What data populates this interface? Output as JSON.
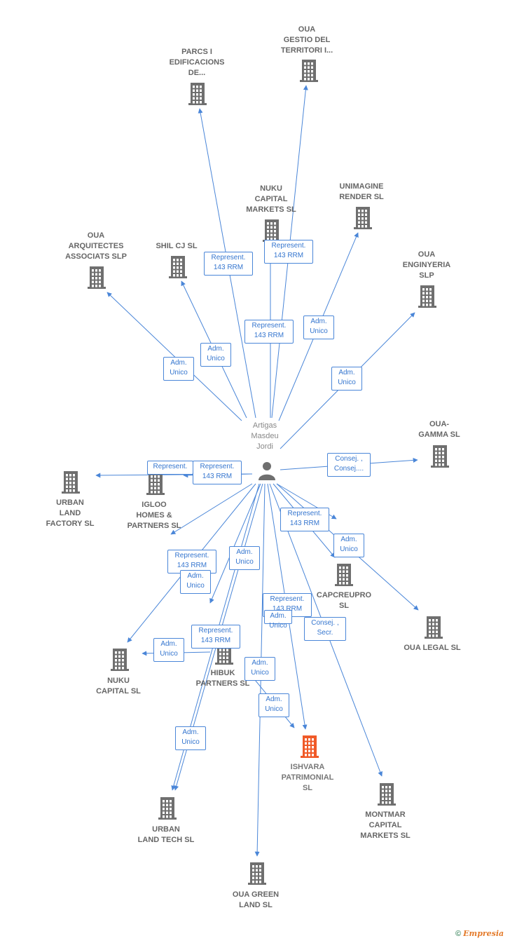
{
  "person": {
    "name": "Artigas\nMasdeu\nJordi",
    "icon": "person-icon"
  },
  "companies": [
    {
      "id": "parcs",
      "label": "PARCS I\nEDIFICACIONS\nDE...",
      "icon": "building-icon",
      "color": "#6f6f6f"
    },
    {
      "id": "gestio",
      "label": "OUA\nGESTIO DEL\nTERRITORI I...",
      "icon": "building-icon",
      "color": "#6f6f6f"
    },
    {
      "id": "nuku_cm",
      "label": "NUKU\nCAPITAL\nMARKETS SL",
      "icon": "building-icon",
      "color": "#6f6f6f"
    },
    {
      "id": "unimagine",
      "label": "UNIMAGINE\nRENDER SL",
      "icon": "building-icon",
      "color": "#6f6f6f"
    },
    {
      "id": "arquitectes",
      "label": "OUA\nARQUITECTES\nASSOCIATS SLP",
      "icon": "building-icon",
      "color": "#6f6f6f"
    },
    {
      "id": "shil",
      "label": "SHIL CJ SL",
      "icon": "building-icon",
      "color": "#6f6f6f"
    },
    {
      "id": "enginyeria",
      "label": "OUA\nENGINYERIA\nSLP",
      "icon": "building-icon",
      "color": "#6f6f6f"
    },
    {
      "id": "gamma",
      "label": "OUA-\nGAMMA SL",
      "icon": "building-icon",
      "color": "#6f6f6f"
    },
    {
      "id": "urban_factory",
      "label": "URBAN\nLAND\nFACTORY SL",
      "icon": "building-icon",
      "color": "#6f6f6f"
    },
    {
      "id": "igloo",
      "label": "IGLOO\nHOMES &\nPARTNERS SL",
      "icon": "building-icon",
      "color": "#6f6f6f"
    },
    {
      "id": "capcreupro",
      "label": "CAPCREUPRO\nSL",
      "icon": "building-icon",
      "color": "#6f6f6f"
    },
    {
      "id": "oua_legal",
      "label": "OUA LEGAL SL",
      "icon": "building-icon",
      "color": "#6f6f6f"
    },
    {
      "id": "nuku_capital",
      "label": "NUKU\nCAPITAL SL",
      "icon": "building-icon",
      "color": "#6f6f6f"
    },
    {
      "id": "hibuk",
      "label": "HIBUK\nPARTNERS SL",
      "icon": "building-icon",
      "color": "#6f6f6f"
    },
    {
      "id": "ishvara",
      "label": "ISHVARA\nPATRIMONIAL\nSL",
      "icon": "building-icon",
      "color": "#f05a28"
    },
    {
      "id": "montmar",
      "label": "MONTMAR\nCAPITAL\nMARKETS SL",
      "icon": "building-icon",
      "color": "#6f6f6f"
    },
    {
      "id": "urban_tech",
      "label": "URBAN\nLAND TECH SL",
      "icon": "building-icon",
      "color": "#6f6f6f"
    },
    {
      "id": "green",
      "label": "OUA GREEN\nLAND SL",
      "icon": "building-icon",
      "color": "#6f6f6f"
    }
  ],
  "relations": [
    "Represent.\n143 RRM",
    "Represent.\n143 RRM",
    "Represent.\n143 RRM",
    "Adm.\nUnico",
    "Adm.\nUnico",
    "Adm.\nUnico",
    "Adm.\nUnico",
    "Consej. ,\nConsej....",
    "Represent.",
    "Represent.\n143 RRM",
    "Represent.\n143 RRM",
    "Adm.\nUnico",
    "Represent.\n143 RRM",
    "Adm.\nUnico",
    "Adm.\nUnico",
    "Represent.\n143 RRM",
    "Consej. ,\nSecr.",
    "Adm.\nUnico",
    "Represent.\n143 RRM",
    "Adm.\nUnico",
    "Adm.\nUnico",
    "Adm.\nUnico",
    "Adm.\nUnico"
  ],
  "colors": {
    "edge": "#4a86d8",
    "building": "#6f6f6f",
    "focus": "#f05a28"
  },
  "footer": {
    "copyright": "©",
    "brand": "Empresia"
  }
}
